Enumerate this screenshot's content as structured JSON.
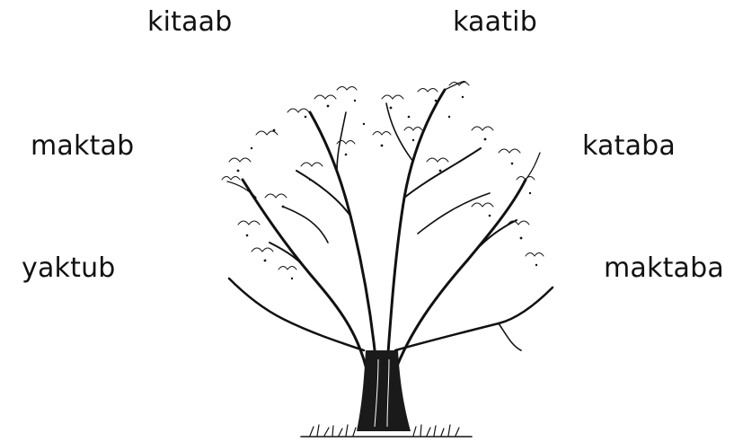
{
  "words": {
    "top_left": "kitaab",
    "top_right": "kaatib",
    "middle_left": "maktab",
    "middle_right": "kataba",
    "bottom_left": "yaktub",
    "bottom_right": "maktaba"
  },
  "illustration": {
    "icon": "tree-icon",
    "ink_color": "#111111",
    "background_color": "#ffffff"
  }
}
